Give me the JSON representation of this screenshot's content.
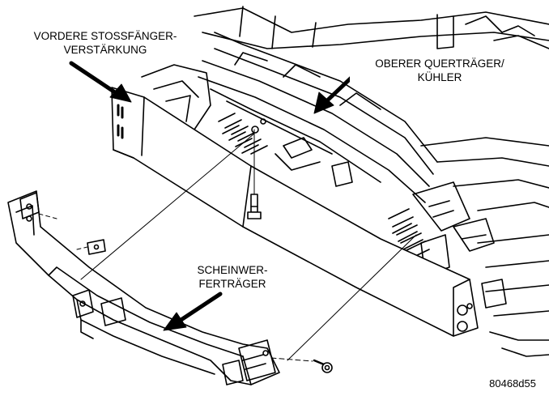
{
  "labels": {
    "front_reinforcement": {
      "line1": "VORDERE STOSSFÄNGER-",
      "line2": "VERSTÄRKUNG"
    },
    "upper_crossmember": {
      "line1": "OBERER QUERTRÄGER/",
      "line2": "KÜHLER"
    },
    "headlamp_mount": {
      "line1": "SCHEINWER-",
      "line2": "FERTRÄGER"
    }
  },
  "figure_id": "80468d55"
}
